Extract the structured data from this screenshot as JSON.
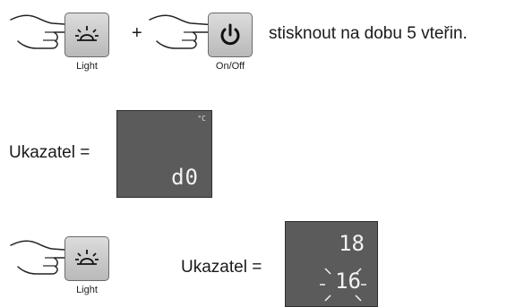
{
  "row1": {
    "light_button_label": "Light",
    "plus_sign": "+",
    "onoff_button_label": "On/Off",
    "instruction": "stisknout na dobu 5 vteřin."
  },
  "row2": {
    "indicator_label": "Ukazatel =",
    "unit": "°C",
    "display_value": "d0"
  },
  "row3": {
    "light_button_label": "Light",
    "indicator_label": "Ukazatel =",
    "display_top_value": "18",
    "display_bottom_value": "16"
  }
}
